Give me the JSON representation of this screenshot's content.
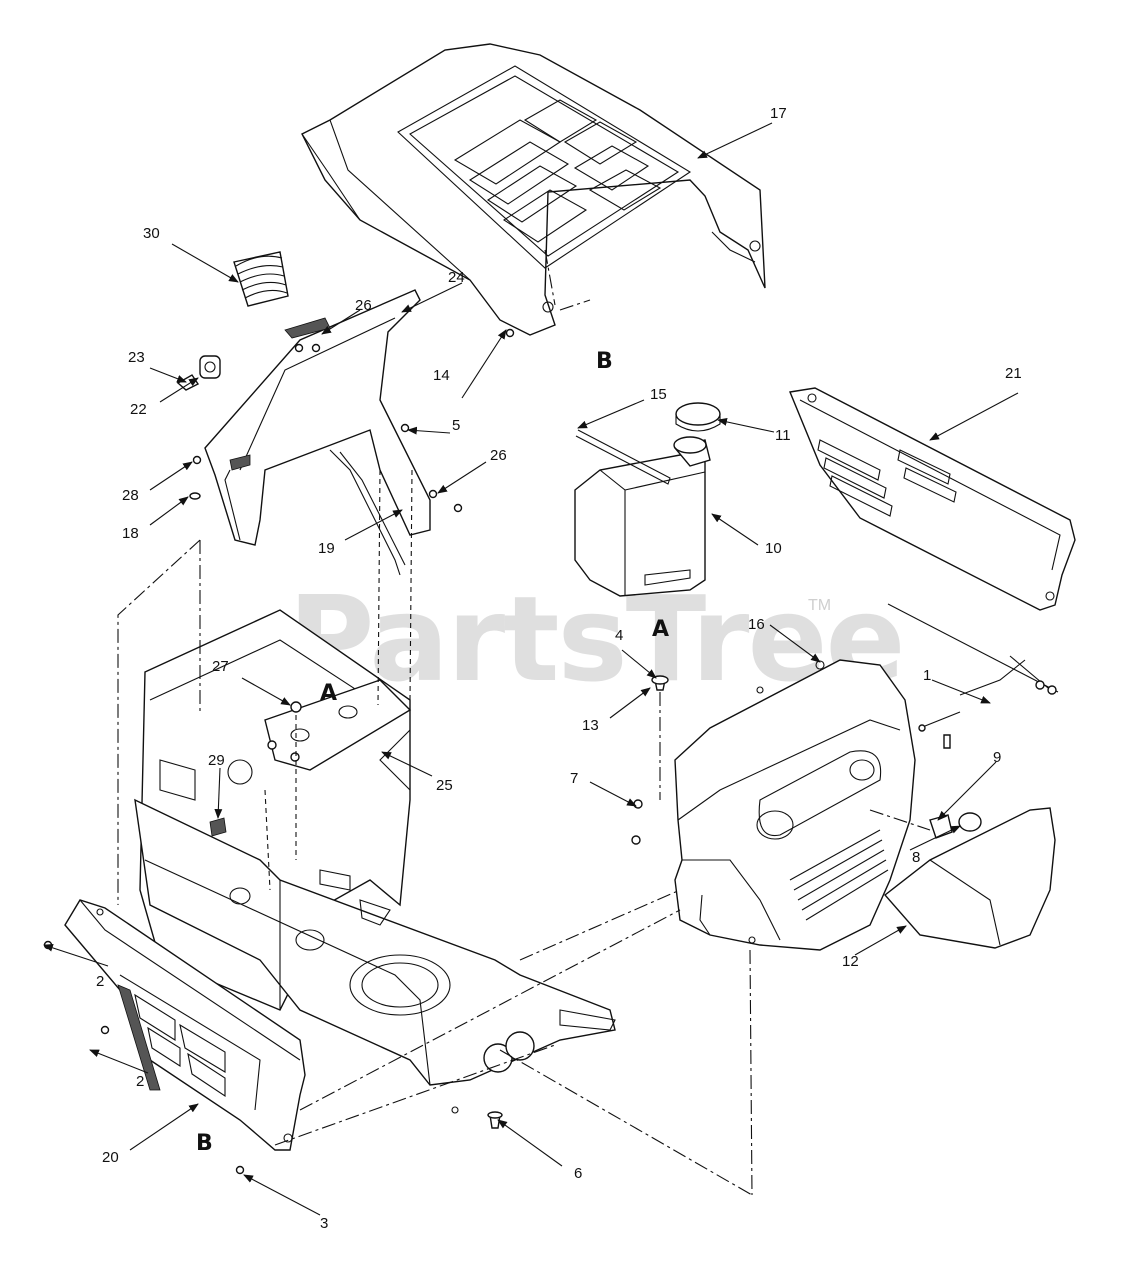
{
  "watermark": {
    "text": "PartsTree",
    "trademark": "TM"
  },
  "callouts": [
    {
      "id": "17",
      "label": "17"
    },
    {
      "id": "30",
      "label": "30"
    },
    {
      "id": "26a",
      "label": "26"
    },
    {
      "id": "24",
      "label": "24"
    },
    {
      "id": "23",
      "label": "23"
    },
    {
      "id": "22",
      "label": "22"
    },
    {
      "id": "14",
      "label": "14"
    },
    {
      "id": "15",
      "label": "15"
    },
    {
      "id": "21",
      "label": "21"
    },
    {
      "id": "5",
      "label": "5"
    },
    {
      "id": "11",
      "label": "11"
    },
    {
      "id": "26b",
      "label": "26"
    },
    {
      "id": "28",
      "label": "28"
    },
    {
      "id": "18",
      "label": "18"
    },
    {
      "id": "19",
      "label": "19"
    },
    {
      "id": "10",
      "label": "10"
    },
    {
      "id": "16",
      "label": "16"
    },
    {
      "id": "4",
      "label": "4"
    },
    {
      "id": "1",
      "label": "1"
    },
    {
      "id": "27",
      "label": "27"
    },
    {
      "id": "13",
      "label": "13"
    },
    {
      "id": "25",
      "label": "25"
    },
    {
      "id": "29",
      "label": "29"
    },
    {
      "id": "7",
      "label": "7"
    },
    {
      "id": "9",
      "label": "9"
    },
    {
      "id": "8",
      "label": "8"
    },
    {
      "id": "12",
      "label": "12"
    },
    {
      "id": "2a",
      "label": "2"
    },
    {
      "id": "2b",
      "label": "2"
    },
    {
      "id": "20",
      "label": "20"
    },
    {
      "id": "6",
      "label": "6"
    },
    {
      "id": "3",
      "label": "3"
    }
  ],
  "reference_letters": [
    {
      "id": "B-top",
      "label": "B"
    },
    {
      "id": "A-tank",
      "label": "A"
    },
    {
      "id": "A-bracket",
      "label": "A"
    },
    {
      "id": "B-bottom",
      "label": "B"
    }
  ]
}
